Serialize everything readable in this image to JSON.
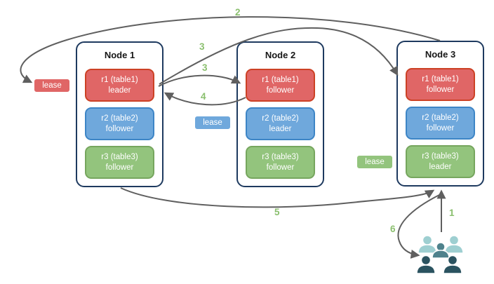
{
  "nodes": [
    {
      "title": "Node 1",
      "replicas": [
        {
          "name": "r1 (table1)",
          "role": "leader"
        },
        {
          "name": "r2 (table2)",
          "role": "follower"
        },
        {
          "name": "r3 (table3)",
          "role": "follower"
        }
      ]
    },
    {
      "title": "Node 2",
      "replicas": [
        {
          "name": "r1 (table1)",
          "role": "follower"
        },
        {
          "name": "r2 (table2)",
          "role": "leader"
        },
        {
          "name": "r3 (table3)",
          "role": "follower"
        }
      ]
    },
    {
      "title": "Node 3",
      "replicas": [
        {
          "name": "r1 (table1)",
          "role": "follower"
        },
        {
          "name": "r2 (table2)",
          "role": "follower"
        },
        {
          "name": "r3 (table3)",
          "role": "leader"
        }
      ]
    }
  ],
  "leases": [
    {
      "label": "lease",
      "color": "red"
    },
    {
      "label": "lease",
      "color": "blue"
    },
    {
      "label": "lease",
      "color": "green"
    }
  ],
  "steps": {
    "s1": "1",
    "s2": "2",
    "s3a": "3",
    "s3b": "3",
    "s4": "4",
    "s5": "5",
    "s6": "6"
  },
  "icons": {
    "users_group": "users-group-icon"
  },
  "colors": {
    "red": "#e06666",
    "red_border": "#cc4125",
    "blue": "#6fa8dc",
    "blue_border": "#3d85c6",
    "green": "#93c47d",
    "green_border": "#76a65e",
    "node_border": "#1e3a5f",
    "arrow": "#5f5f5f",
    "step": "#8abf6e",
    "people_light": "#9ecfd1",
    "people_medium": "#4f828c",
    "people_dark": "#2b5360"
  }
}
